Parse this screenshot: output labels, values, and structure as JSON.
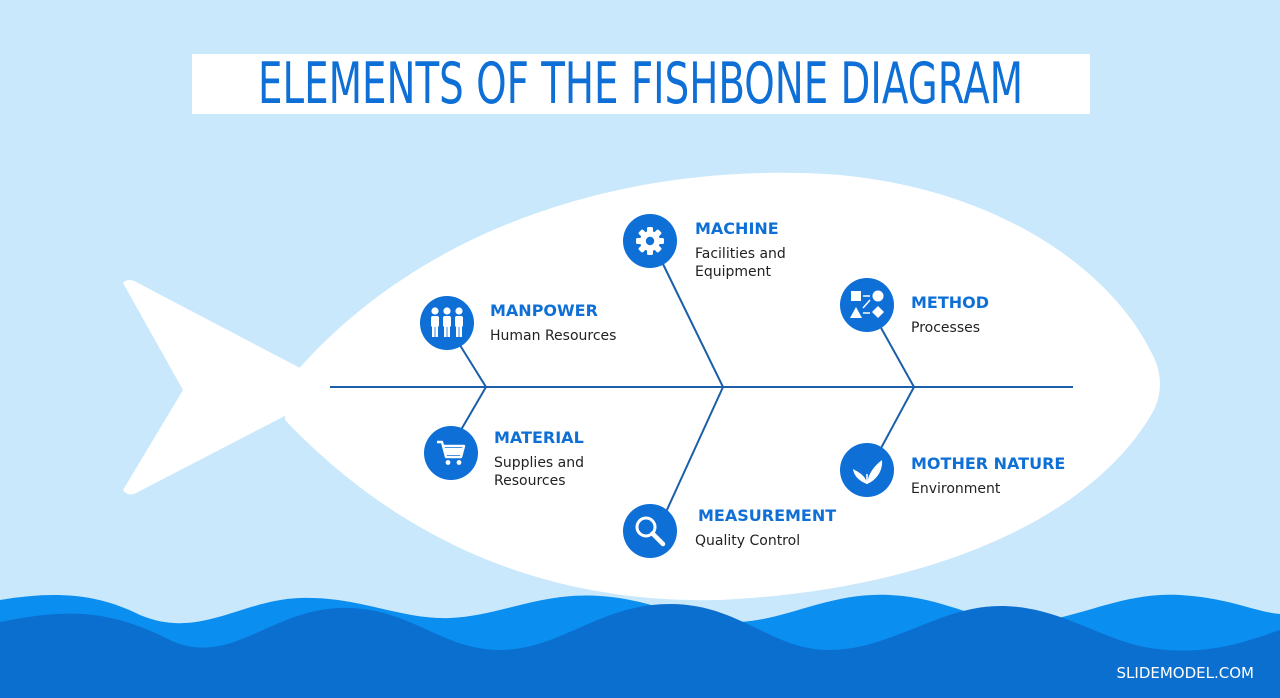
{
  "title": "ELEMENTS OF THE FISHBONE DIAGRAM",
  "credit": "SLIDEMODEL.COM",
  "colors": {
    "accent": "#0e6fd6",
    "background": "#c9e8fc",
    "fish": "#ffffff"
  },
  "categories": [
    {
      "name": "MANPOWER",
      "description": "Human Resources",
      "icon": "people-icon"
    },
    {
      "name": "MACHINE",
      "description": "Facilities and Equipment",
      "icon": "gear-icon"
    },
    {
      "name": "METHOD",
      "description": "Processes",
      "icon": "flowchart-icon"
    },
    {
      "name": "MATERIAL",
      "description": "Supplies and Resources",
      "icon": "cart-icon"
    },
    {
      "name": "MEASUREMENT",
      "description": "Quality Control",
      "icon": "magnifier-icon"
    },
    {
      "name": "MOTHER NATURE",
      "description": "Environment",
      "icon": "leaf-icon"
    }
  ]
}
